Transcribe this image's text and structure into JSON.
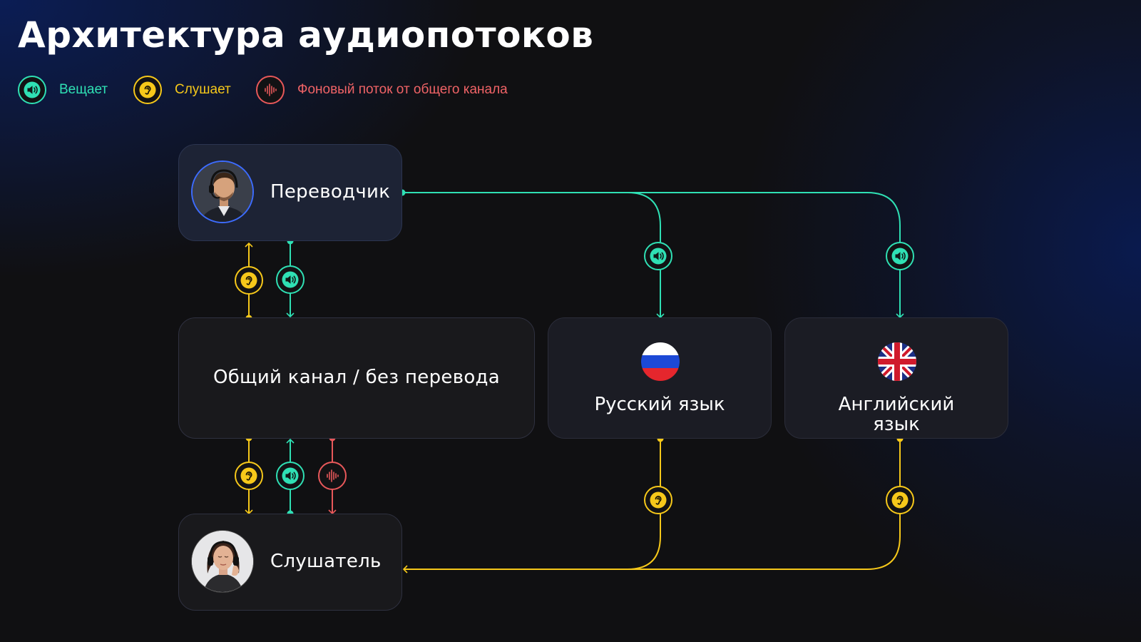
{
  "title": "Архитектура аудиопотоков",
  "legend": [
    {
      "icon": "speaker-icon",
      "label": "Вещает",
      "color": "#2fe0b4"
    },
    {
      "icon": "ear-icon",
      "label": "Слушает",
      "color": "#f6c81a"
    },
    {
      "icon": "waveform-icon",
      "label": "Фоновый поток от общего канала",
      "color": "#e8585a"
    }
  ],
  "nodes": {
    "translator": {
      "label": "Переводчик",
      "icon": "translator-avatar"
    },
    "common": {
      "label": "Общий канал / без перевода"
    },
    "russian": {
      "label": "Русский язык",
      "icon": "russia-flag-icon"
    },
    "english": {
      "label": "Английский язык",
      "icon": "uk-flag-icon"
    },
    "listener": {
      "label": "Слушатель",
      "icon": "listener-avatar"
    }
  },
  "colors": {
    "broadcast": "#2fe0b4",
    "listen": "#f6c81a",
    "background_stream": "#e8585a"
  }
}
